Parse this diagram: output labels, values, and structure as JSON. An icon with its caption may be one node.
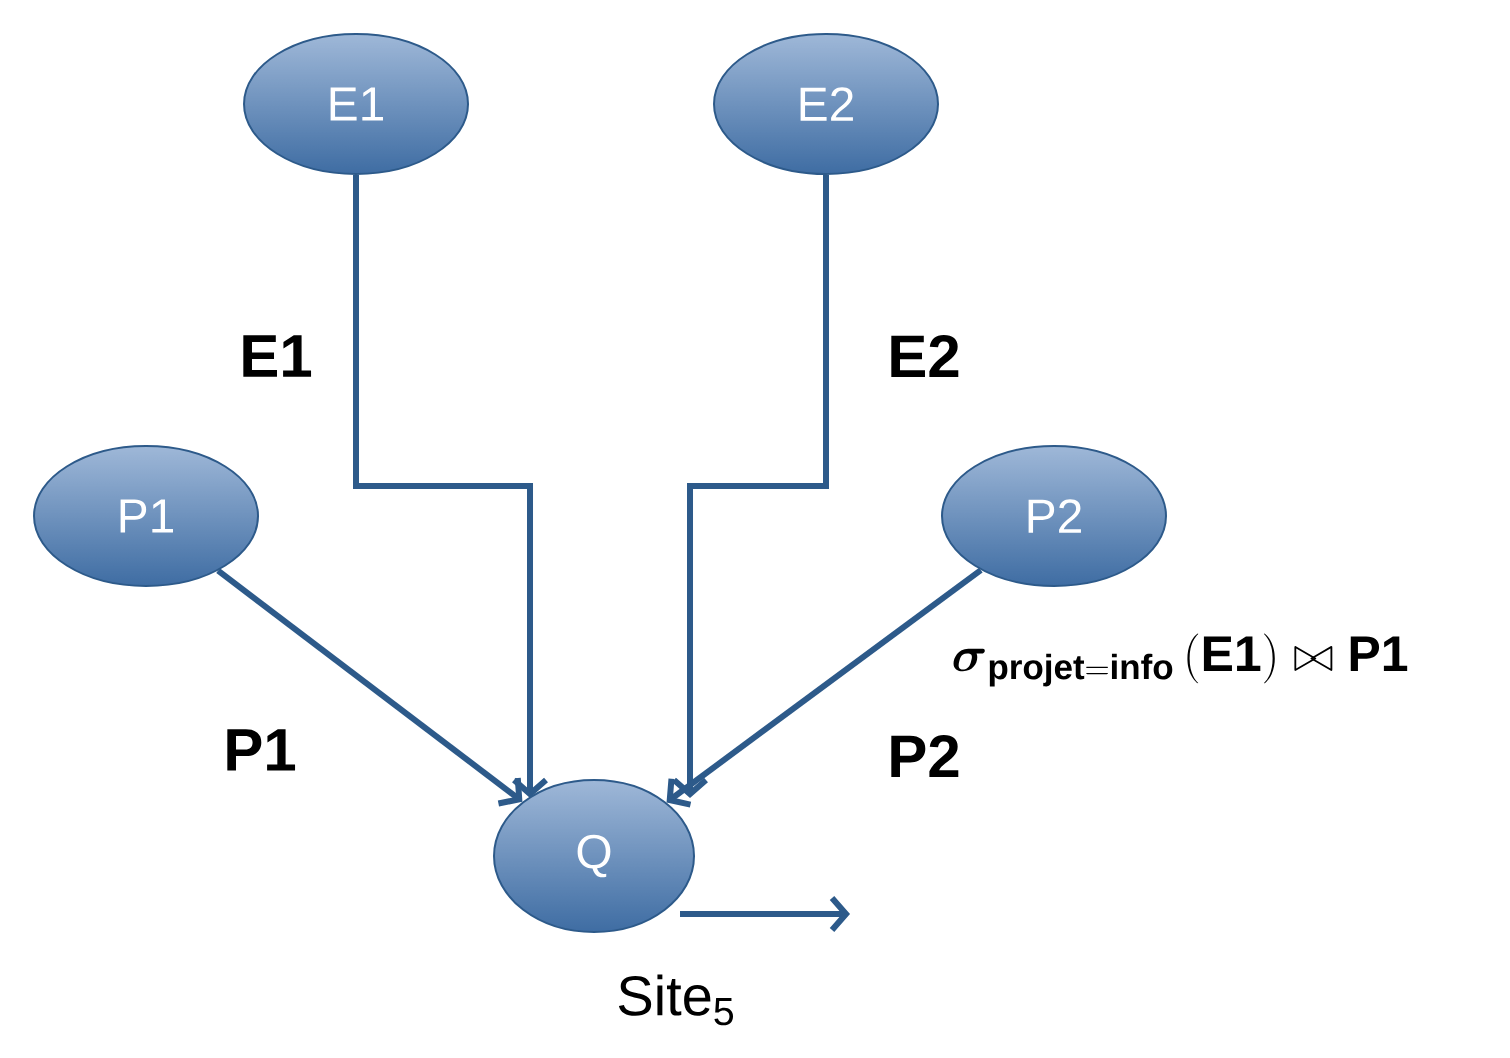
{
  "diagram": {
    "nodes": [
      {
        "text": [
          "E1"
        ]
      },
      {
        "text": [
          "E2"
        ]
      },
      {
        "text": [
          "P1"
        ]
      },
      {
        "text": [
          "P2"
        ]
      },
      {
        "text": [
          "Q"
        ],
        "beside": [
          "Site$_{5}$"
        ]
      }
    ],
    "edges": [
      {
        "from": 0,
        "to": 4,
        "arrow": "to",
        "label": "E1"
      },
      {
        "from": 1,
        "to": 4,
        "arrow": "to",
        "label": "E2"
      },
      {
        "from": 2,
        "to": 4,
        "arrow": "to",
        "label": "P1"
      },
      {
        "from": 3,
        "to": 4,
        "arrow": "to",
        "label": "P2"
      },
      {
        "from": 4,
        "to": null,
        "arrow": "to"
      }
    ],
    "labels": [
      "\\boldsymbol{\\sigma}_{\\mathbf{projet=info}}\\,\\mathbf{(E1)} \\bowtie \\mathbf{P1}"
    ]
  }
}
